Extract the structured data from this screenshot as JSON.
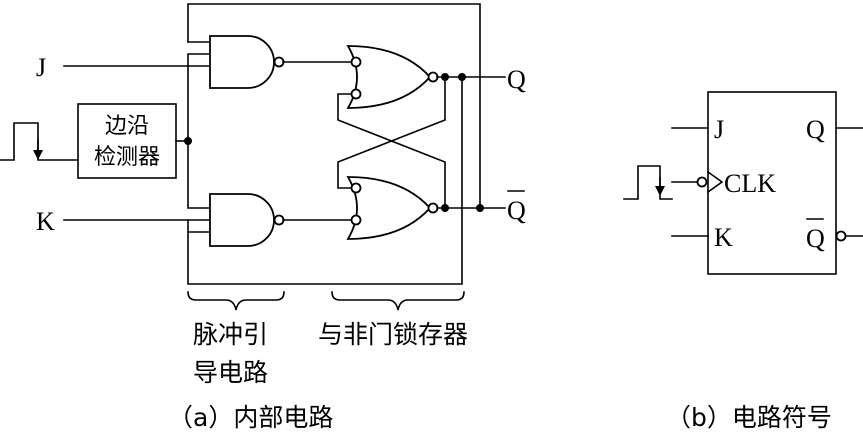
{
  "circuit": {
    "input_j": "J",
    "input_k": "K",
    "output_q": "Q",
    "output_qbar": "Q",
    "edge_detector_line1": "边沿",
    "edge_detector_line2": "检测器",
    "brace_left_line1": "脉冲引",
    "brace_left_line2": "导电路",
    "brace_right": "与非门锁存器",
    "caption": "（a）内部电路"
  },
  "symbol": {
    "pin_j": "J",
    "pin_q": "Q",
    "pin_clk": "CLK",
    "pin_k": "K",
    "pin_qbar": "Q",
    "caption": "（b）电路符号"
  }
}
